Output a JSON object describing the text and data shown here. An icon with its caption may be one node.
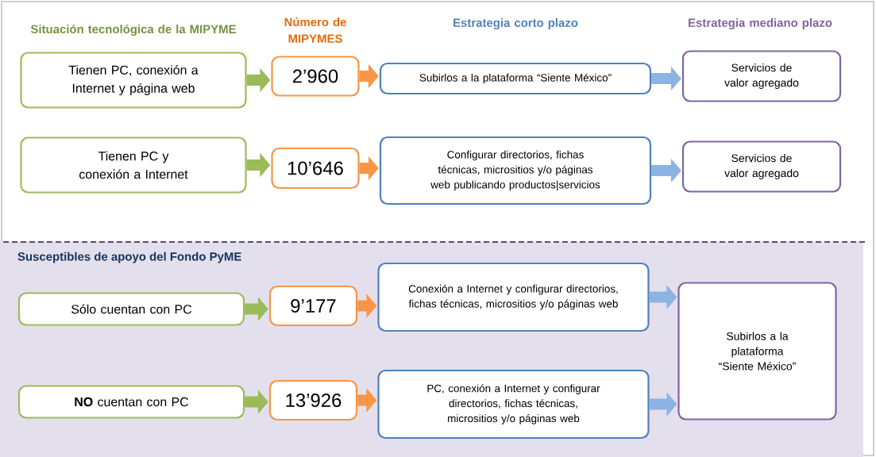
{
  "diagram": {
    "nodes": [
      {
        "text": [
          "Susceptibles de apoyo del Fondo PyME"
        ]
      },
      {
        "text": [
          "Tienen PC, conexión a Internet y página web"
        ]
      },
      {
        "text": [
          "2’960"
        ]
      },
      {
        "text": [
          "Subirlos a la plataforma “Siente México”"
        ]
      },
      {
        "text": [
          "Servicios de valor agregado"
        ]
      },
      {
        "text": [
          "Tienen PC y conexión a Internet"
        ]
      },
      {
        "text": [
          "10’646"
        ]
      },
      {
        "text": [
          "Configurar directorios, fichas técnicas, micrositios y/o páginas web publicando productos|servicios"
        ]
      },
      {
        "text": [
          "Servicios de valor agregado"
        ]
      },
      {
        "text": [
          "Sólo cuentan con PC"
        ],
        "in": 0
      },
      {
        "text": [
          "9’177"
        ],
        "in": 0
      },
      {
        "text": [
          "Conexión a Internet y configurar directorios, fichas técnicas, micrositios y/o páginas web"
        ],
        "in": 0
      },
      {
        "text": [
          "Subirlos a la plataforma “Siente México”"
        ],
        "in": 0
      },
      {
        "text": [
          "**NO** cuentan con PC"
        ],
        "in": 0
      },
      {
        "text": [
          "13’926"
        ],
        "in": 0
      },
      {
        "text": [
          "PC, conexión a Internet y configurar directorios, fichas técnicas, micrositios y/o páginas web"
        ],
        "in": 0
      }
    ],
    "edges": [
      {
        "from": 1,
        "to": 2,
        "arrow": "to",
        "color": "#9bbb59"
      },
      {
        "from": 2,
        "to": 3,
        "arrow": "to",
        "color": "#f79646"
      },
      {
        "from": 3,
        "to": 4,
        "arrow": "to",
        "color": "#8db3e2"
      },
      {
        "from": 5,
        "to": 6,
        "arrow": "to",
        "color": "#9bbb59"
      },
      {
        "from": 6,
        "to": 7,
        "arrow": "to",
        "color": "#f79646"
      },
      {
        "from": 7,
        "to": 8,
        "arrow": "to",
        "color": "#8db3e2"
      },
      {
        "from": 9,
        "to": 10,
        "arrow": "to",
        "color": "#9bbb59"
      },
      {
        "from": 10,
        "to": 11,
        "arrow": "to",
        "color": "#f79646"
      },
      {
        "from": 11,
        "to": 12,
        "arrow": "to",
        "color": "#8db3e2"
      },
      {
        "from": 13,
        "to": 14,
        "arrow": "to",
        "color": "#9bbb59"
      },
      {
        "from": 14,
        "to": 15,
        "arrow": "to",
        "color": "#f79646"
      },
      {
        "from": 15,
        "to": 12,
        "arrow": "to",
        "color": "#8db3e2"
      }
    ],
    "labels": [
      "Situación tecnológica de la MIPYME",
      "Número de MIPYMES",
      "Estrategia corto plazo",
      "Estrategia mediano plazo"
    ]
  }
}
